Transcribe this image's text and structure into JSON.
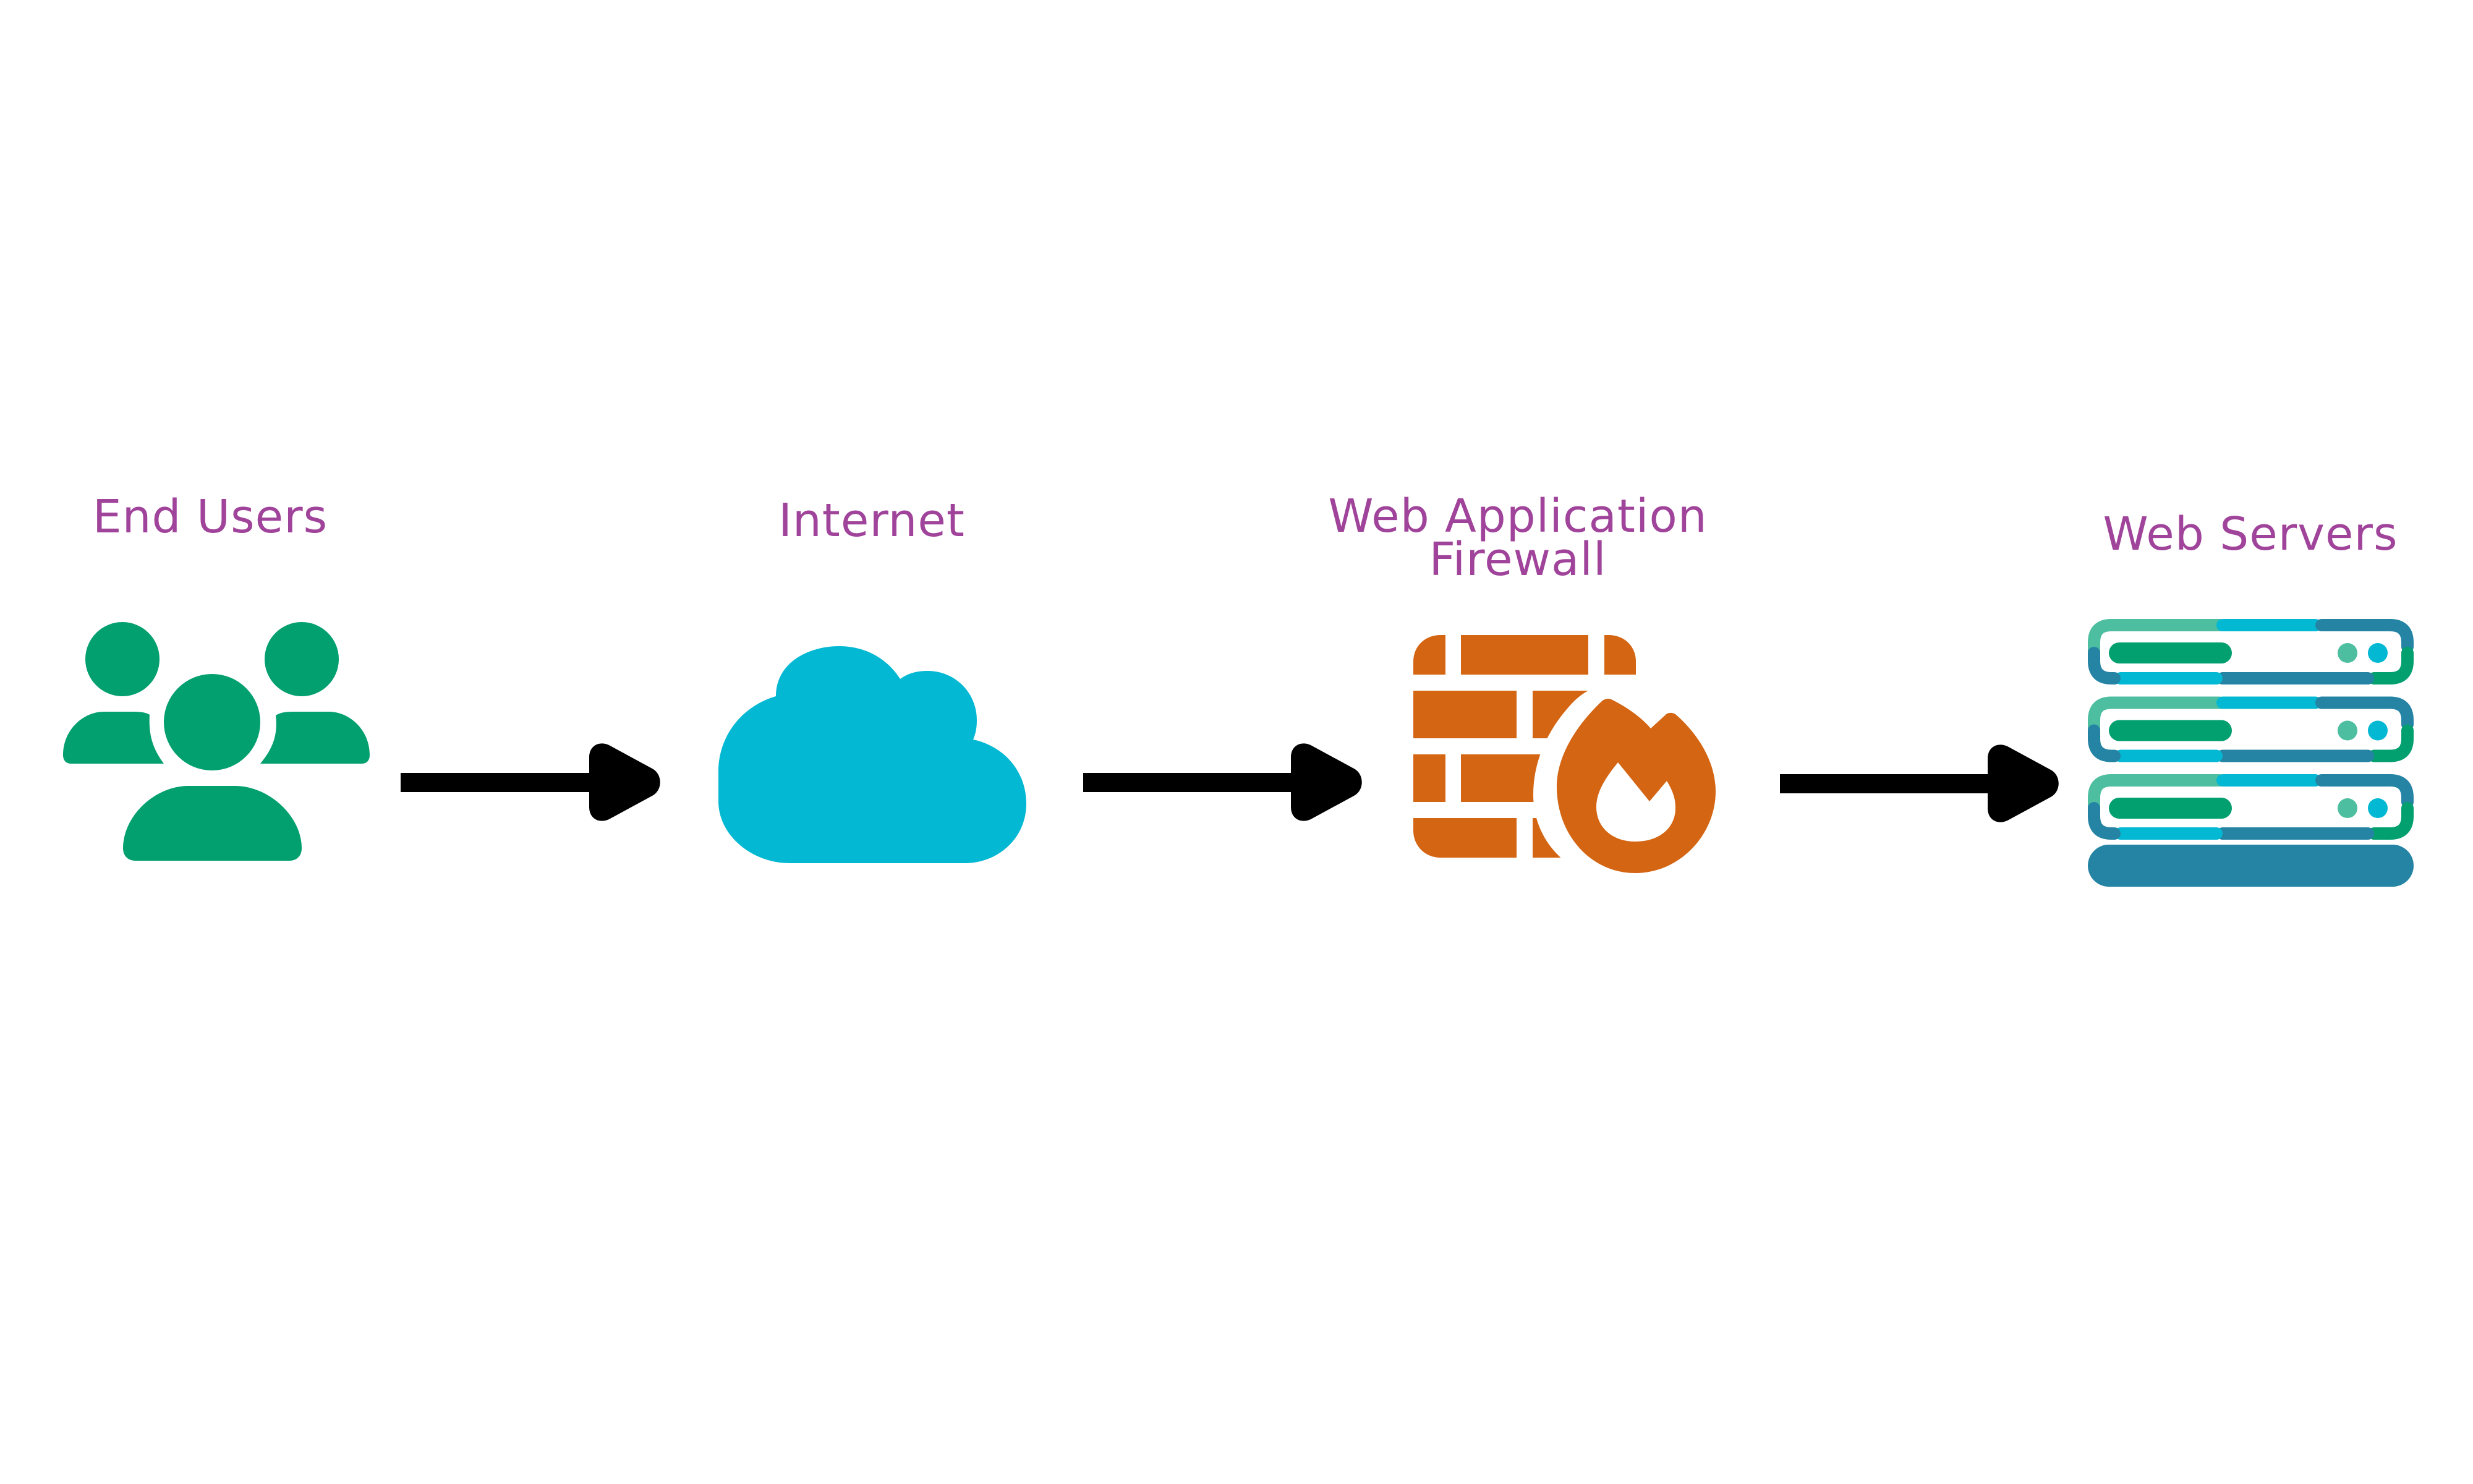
{
  "diagram": {
    "title": "",
    "label_color": "#A0439A",
    "nodes": [
      {
        "id": "end-users",
        "label": "End Users",
        "icon": "users-icon",
        "color": "#029F6F"
      },
      {
        "id": "internet",
        "label": "Internet",
        "icon": "cloud-icon",
        "color": "#03B8D3"
      },
      {
        "id": "waf",
        "label_lines": [
          "Web Application",
          "Firewall"
        ],
        "icon": "firewall-icon",
        "color": "#D46513"
      },
      {
        "id": "web-servers",
        "label": "Web Servers",
        "icon": "server-stack-icon",
        "colors": {
          "mint": "#4DBFA0",
          "cyan": "#03B8D3",
          "steel": "#2584A4",
          "green": "#029F6F"
        },
        "unit_count": 3
      }
    ],
    "edges": [
      {
        "from": "end-users",
        "to": "internet",
        "color": "#000000"
      },
      {
        "from": "internet",
        "to": "waf",
        "color": "#000000"
      },
      {
        "from": "waf",
        "to": "web-servers",
        "color": "#000000"
      }
    ]
  }
}
